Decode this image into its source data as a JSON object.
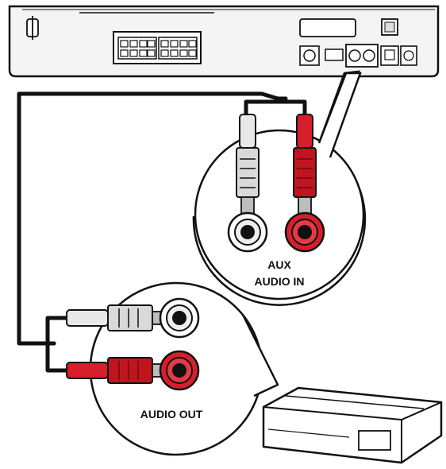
{
  "labels": {
    "aux_line1": "AUX",
    "aux_line2": "AUDIO IN",
    "audio_out": "AUDIO OUT"
  },
  "colors": {
    "line": "#111111",
    "red": "#d71e2b",
    "red_dark": "#9e1018",
    "white_plug": "#e8e8e8",
    "grey": "#bdbdbd",
    "panel": "#f4f4f4"
  },
  "icons": {
    "main_unit": "home-theater-back-panel",
    "external_device": "external-audio-device",
    "plugs": "rca-plug-icon",
    "jacks": "rca-jack-icon"
  }
}
